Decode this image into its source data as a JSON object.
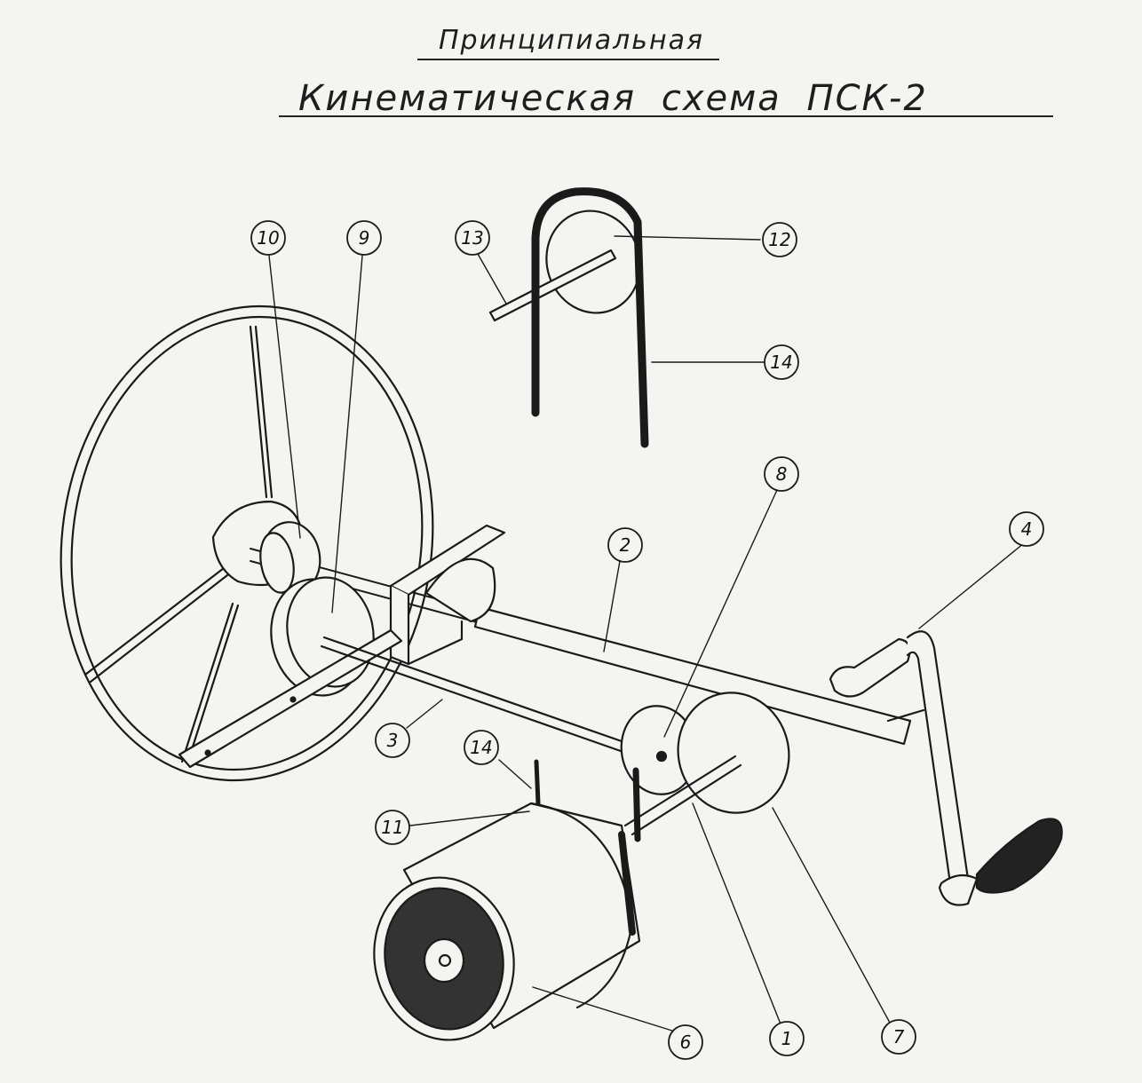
{
  "header": {
    "subtitle": "Принципиальная",
    "title": "Кинематическая схема ПСК-2"
  },
  "callouts": [
    {
      "id": "1",
      "label": "1"
    },
    {
      "id": "2",
      "label": "2"
    },
    {
      "id": "3",
      "label": "3"
    },
    {
      "id": "4",
      "label": "4"
    },
    {
      "id": "6",
      "label": "6"
    },
    {
      "id": "7",
      "label": "7"
    },
    {
      "id": "8",
      "label": "8"
    },
    {
      "id": "9",
      "label": "9"
    },
    {
      "id": "10",
      "label": "10"
    },
    {
      "id": "11",
      "label": "11"
    },
    {
      "id": "12",
      "label": "12"
    },
    {
      "id": "13",
      "label": "13"
    },
    {
      "id": "14a",
      "label": "14"
    },
    {
      "id": "14b",
      "label": "14"
    }
  ],
  "colors": {
    "paper": "#f4f4f1",
    "ink": "#1a1a1a"
  }
}
